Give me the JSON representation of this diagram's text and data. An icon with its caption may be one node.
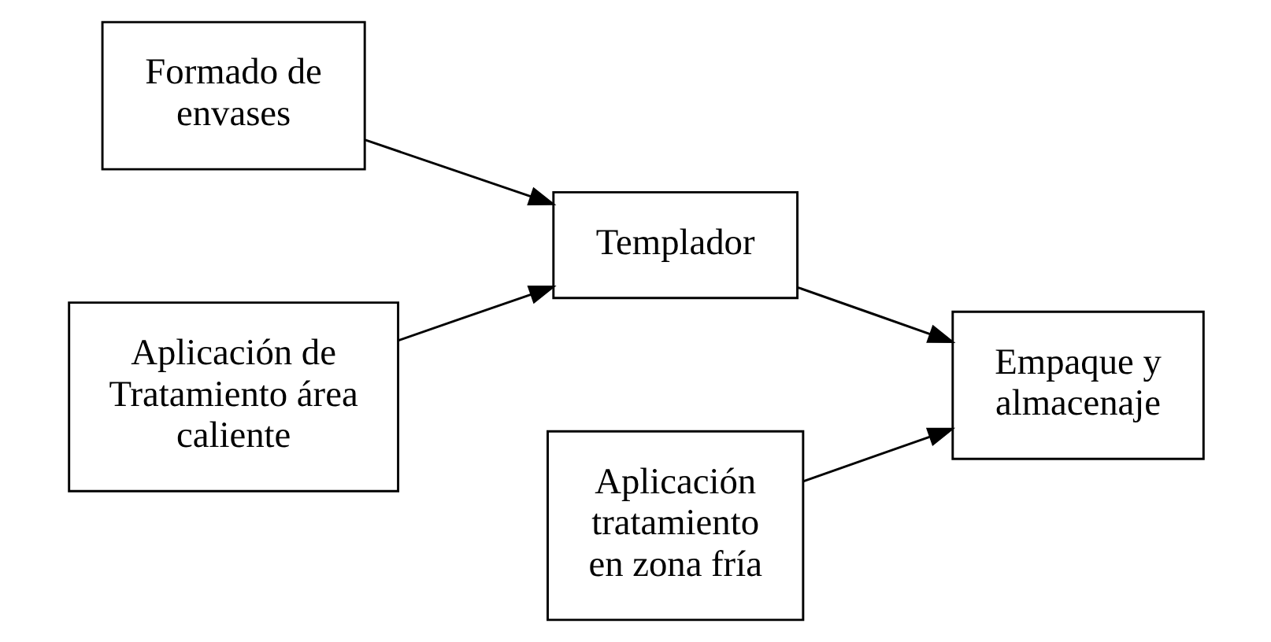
{
  "diagram": {
    "nodes": [
      {
        "text": [
          "Formado de envases"
        ]
      },
      {
        "text": [
          "Templador"
        ]
      },
      {
        "text": [
          "Empaque y almacenaje"
        ]
      },
      {
        "text": [
          "Aplicación de Tratamiento área caliente"
        ]
      },
      {
        "text": [
          "Aplicación tratamiento en zona fría"
        ]
      }
    ],
    "edges": [
      {
        "from": 0,
        "to": 1,
        "arrow": "to"
      },
      {
        "from": 1,
        "to": 2,
        "arrow": "to"
      },
      {
        "from": 3,
        "to": 1,
        "arrow": "to"
      },
      {
        "from": 4,
        "to": 2,
        "arrow": "to"
      }
    ]
  }
}
